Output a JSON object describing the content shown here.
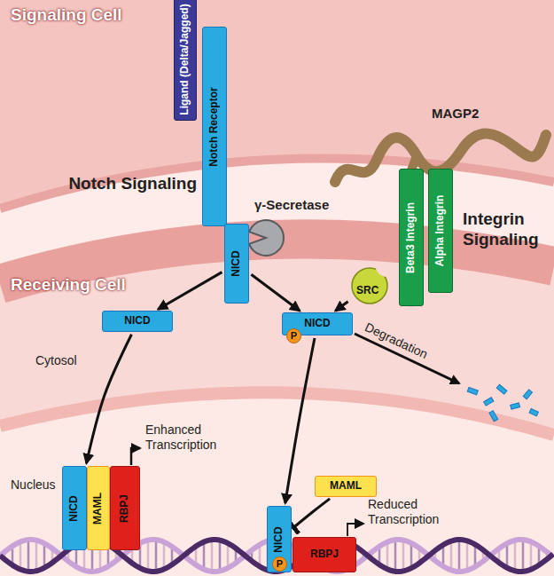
{
  "diagram": {
    "nodes": [
      {
        "text": [
          "Ligand (Delta/Jagged)"
        ]
      },
      {
        "text": [
          "Notch Receptor"
        ]
      },
      {
        "text": [
          "NICD"
        ]
      },
      {
        "text": [
          "Beta3 Integrin"
        ]
      },
      {
        "text": [
          "Alpha Integrin"
        ]
      },
      {
        "text": [
          "SRC"
        ]
      },
      {
        "text": [
          "NICD"
        ]
      },
      {
        "text": [
          "NICD"
        ]
      },
      {
        "text": [
          "P"
        ],
        "in": 7
      },
      {
        "text": [
          "MAML"
        ]
      },
      {
        "text": [
          "NICD"
        ]
      },
      {
        "text": [
          "MAML"
        ]
      },
      {
        "text": [
          "RBPJ"
        ]
      },
      {
        "text": [
          "RBPJ"
        ]
      },
      {
        "text": [
          "NICD"
        ]
      },
      {
        "text": [
          "P"
        ],
        "in": 14
      }
    ],
    "edges": [
      {
        "from": 2,
        "to": 6,
        "arrow": "to"
      },
      {
        "from": 2,
        "to": 7,
        "arrow": "to"
      },
      {
        "from": 5,
        "to": 7,
        "arrow": "to"
      },
      {
        "from": 6,
        "to": 10,
        "arrow": "to"
      },
      {
        "from": 7,
        "to": 14,
        "arrow": "to"
      },
      {
        "from": 9,
        "to": 14,
        "arrow": "to"
      }
    ],
    "labels": [
      "Signaling Cell",
      "Notch Signaling",
      "γ-Secretase",
      "MAGP2",
      "Integrin Signaling",
      "Receiving Cell",
      "Cytosol",
      "Degradation",
      "Nucleus",
      "Enhanced Transcription",
      "Reduced Transcription"
    ]
  }
}
